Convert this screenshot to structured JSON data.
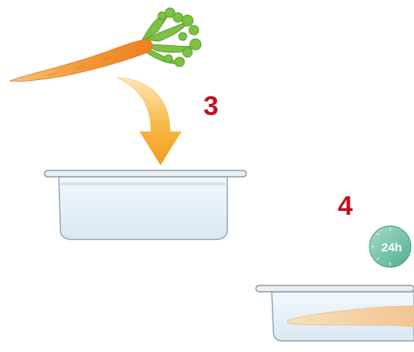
{
  "steps": [
    {
      "number": "3"
    },
    {
      "number": "4"
    }
  ],
  "timer": {
    "label": "24h"
  },
  "colors": {
    "step_number": "#c0121b",
    "carrot": "#f08a2a",
    "carrot_light": "#f7b25a",
    "greens": "#7cc142",
    "arrow": "#f6a524",
    "water": "#e6f1f9",
    "bowl_rim": "#8f9aa3",
    "timer_face": "#7fc8b0"
  },
  "icons": [
    "carrot-illustration",
    "curved-arrow-icon",
    "bowl-illustration",
    "clock-icon",
    "soaking-carrot-illustration"
  ]
}
